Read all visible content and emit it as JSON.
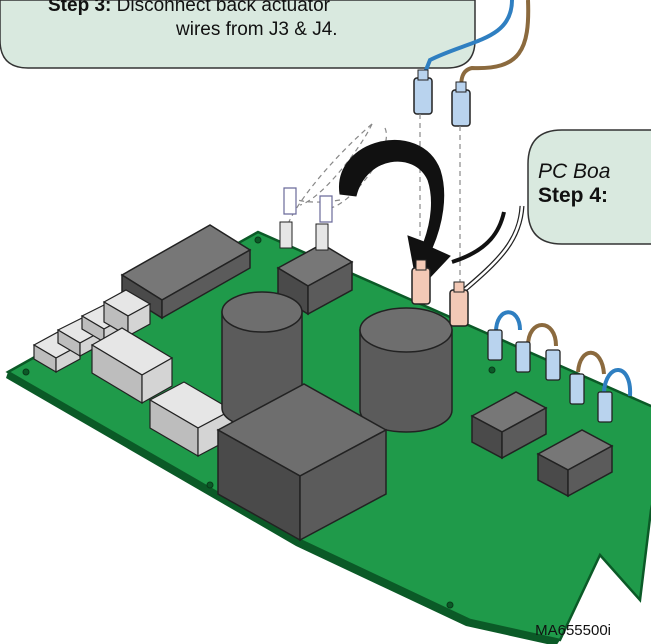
{
  "callout_step3": {
    "label": "Step 3:",
    "line1": "Disconnect back actuator",
    "line2": "wires from J3 & J4."
  },
  "callout_step4": {
    "title": "PC Boa",
    "label": "Step 4:"
  },
  "figure_id": "MA655500i",
  "colors": {
    "board": "#1f9a4a",
    "board_edge": "#0b5a27",
    "component_dark": "#5b5b5b",
    "component_light": "#d4d4d4",
    "callout_fill": "#d9e9df",
    "wire_blue": "#2f7fc1",
    "wire_brown": "#8b6a3e",
    "connector_pink": "#f3c9b6",
    "connector_blue": "#b9d3ee",
    "arrow": "#111111"
  }
}
